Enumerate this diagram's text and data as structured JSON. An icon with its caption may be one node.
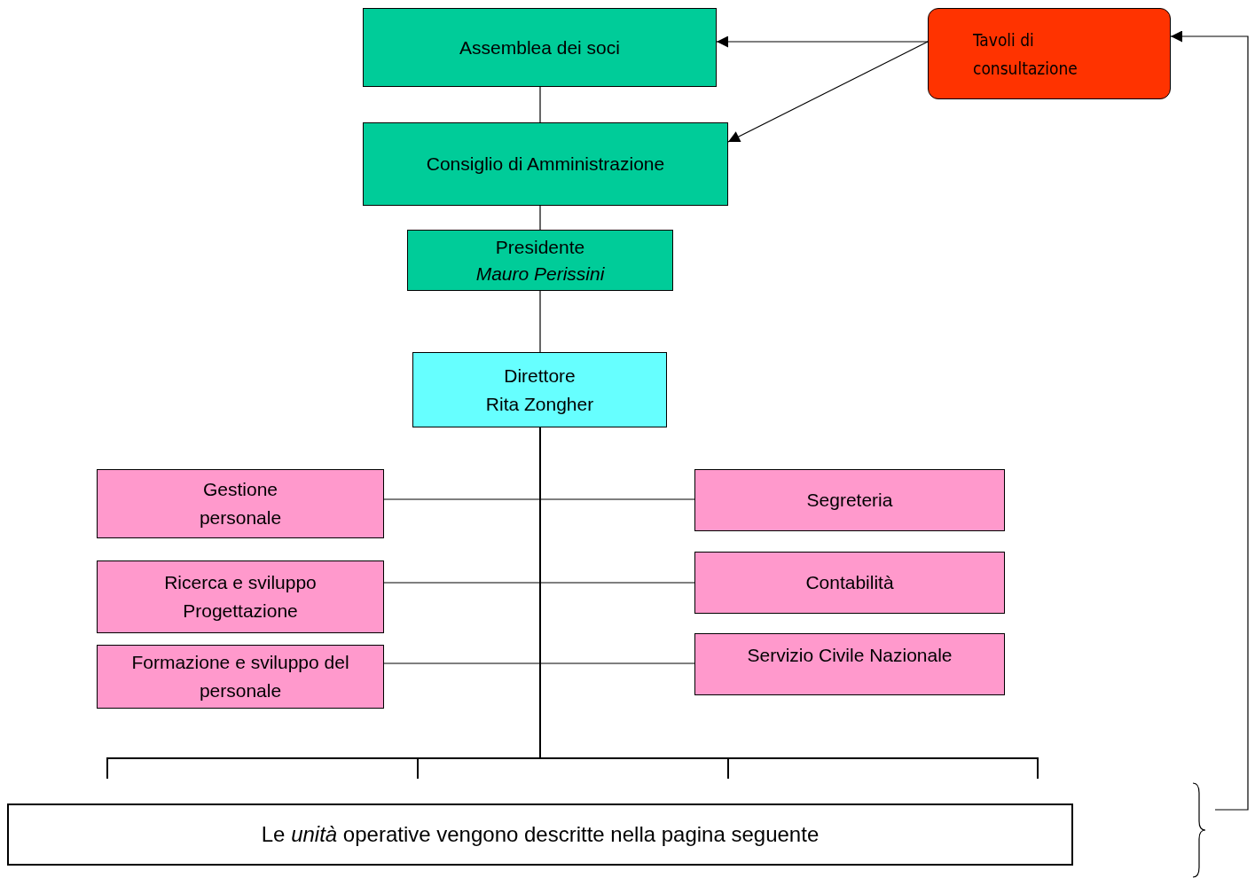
{
  "diagram": {
    "nodes": [
      {
        "text": [
          "Assemblea dei soci"
        ]
      },
      {
        "text": [
          "Tavoli di consultazione"
        ]
      },
      {
        "text": [
          "Consiglio di Amministrazione"
        ]
      },
      {
        "text": [
          "Presidente",
          "Mauro Perissini"
        ]
      },
      {
        "text": [
          "Direttore",
          "Rita Zongher"
        ]
      },
      {
        "text": [
          "Gestione personale"
        ]
      },
      {
        "text": [
          "Segreteria"
        ]
      },
      {
        "text": [
          "Ricerca e sviluppo",
          "Progettazione"
        ]
      },
      {
        "text": [
          "Contabilità"
        ]
      },
      {
        "text": [
          "Formazione e sviluppo del personale"
        ]
      },
      {
        "text": [
          "Servizio Civile Nazionale"
        ]
      },
      {
        "text": [
          "Le *unità* operative vengono descritte nella pagina seguente"
        ]
      },
      {
        "text": [],
        "shape": "brace"
      }
    ],
    "edges": [
      {
        "from": 1,
        "to": 0,
        "arrow": "to"
      },
      {
        "from": 1,
        "to": 2,
        "arrow": "to"
      },
      {
        "from": 0,
        "to": 2,
        "arrow": "none"
      },
      {
        "from": 2,
        "to": 3,
        "arrow": "none"
      },
      {
        "from": 3,
        "to": 4,
        "arrow": "none"
      },
      {
        "from": 4,
        "to": 5,
        "arrow": "none"
      },
      {
        "from": 4,
        "to": 6,
        "arrow": "none"
      },
      {
        "from": 4,
        "to": 7,
        "arrow": "none"
      },
      {
        "from": 4,
        "to": 8,
        "arrow": "none"
      },
      {
        "from": 4,
        "to": 9,
        "arrow": "none"
      },
      {
        "from": 4,
        "to": 10,
        "arrow": "none"
      },
      {
        "from": 4,
        "to": 11,
        "arrow": "none"
      },
      {
        "from": 12,
        "to": 1,
        "arrow": "to"
      }
    ]
  }
}
